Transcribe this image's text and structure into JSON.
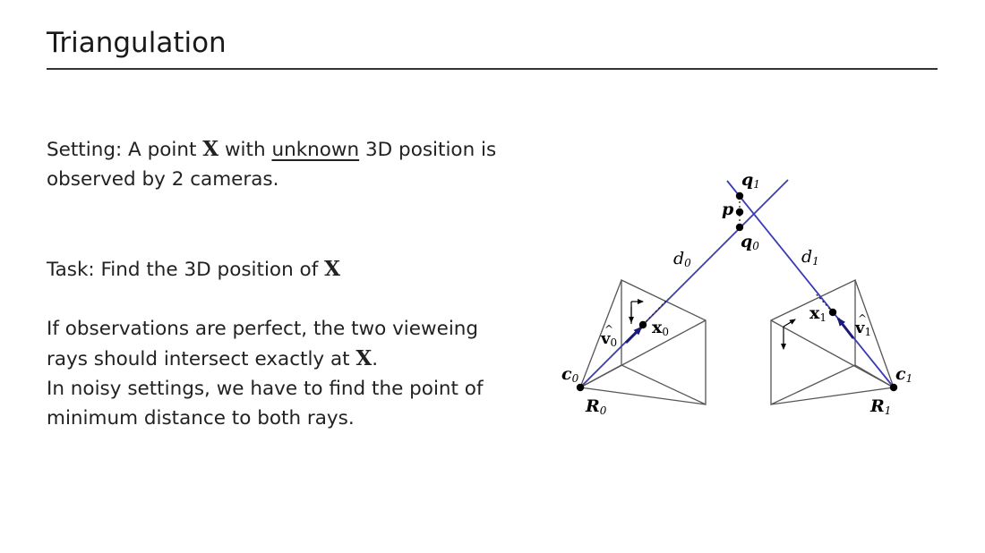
{
  "slide": {
    "title": "Triangulation",
    "setting": {
      "part1": "Setting:  A point ",
      "var": "X",
      "part2": " with ",
      "underlined": "unknown",
      "part3": " 3D position is observed by 2 cameras."
    },
    "task": {
      "part1": "Task:  Find the 3D position of ",
      "var": "X"
    },
    "observation": {
      "line1": "If observations are perfect, the two vieweing rays should intersect exactly at ",
      "var": "X",
      "line1_end": ".",
      "line2": "In noisy settings, we have to find the point of minimum distance to both rays."
    }
  },
  "diagram": {
    "labels": {
      "q1": "q",
      "q1_sub": "1",
      "q0": "q",
      "q0_sub": "0",
      "p": "p",
      "d0": "d",
      "d0_sub": "0",
      "d1": "d",
      "d1_sub": "1",
      "x0": "x",
      "x0_sub": "0",
      "x1": "x",
      "x1_sub": "1",
      "v0": "v",
      "v0_sub": "0",
      "v1": "v",
      "v1_sub": "1",
      "c0": "c",
      "c0_sub": "0",
      "c1": "c",
      "c1_sub": "1",
      "R0": "R",
      "R0_sub": "0",
      "R1": "R",
      "R1_sub": "1"
    },
    "colors": {
      "ray": "#3b3bb8",
      "arrow": "#1a1a7a",
      "frustum": "#555555",
      "point": "#000000"
    }
  }
}
